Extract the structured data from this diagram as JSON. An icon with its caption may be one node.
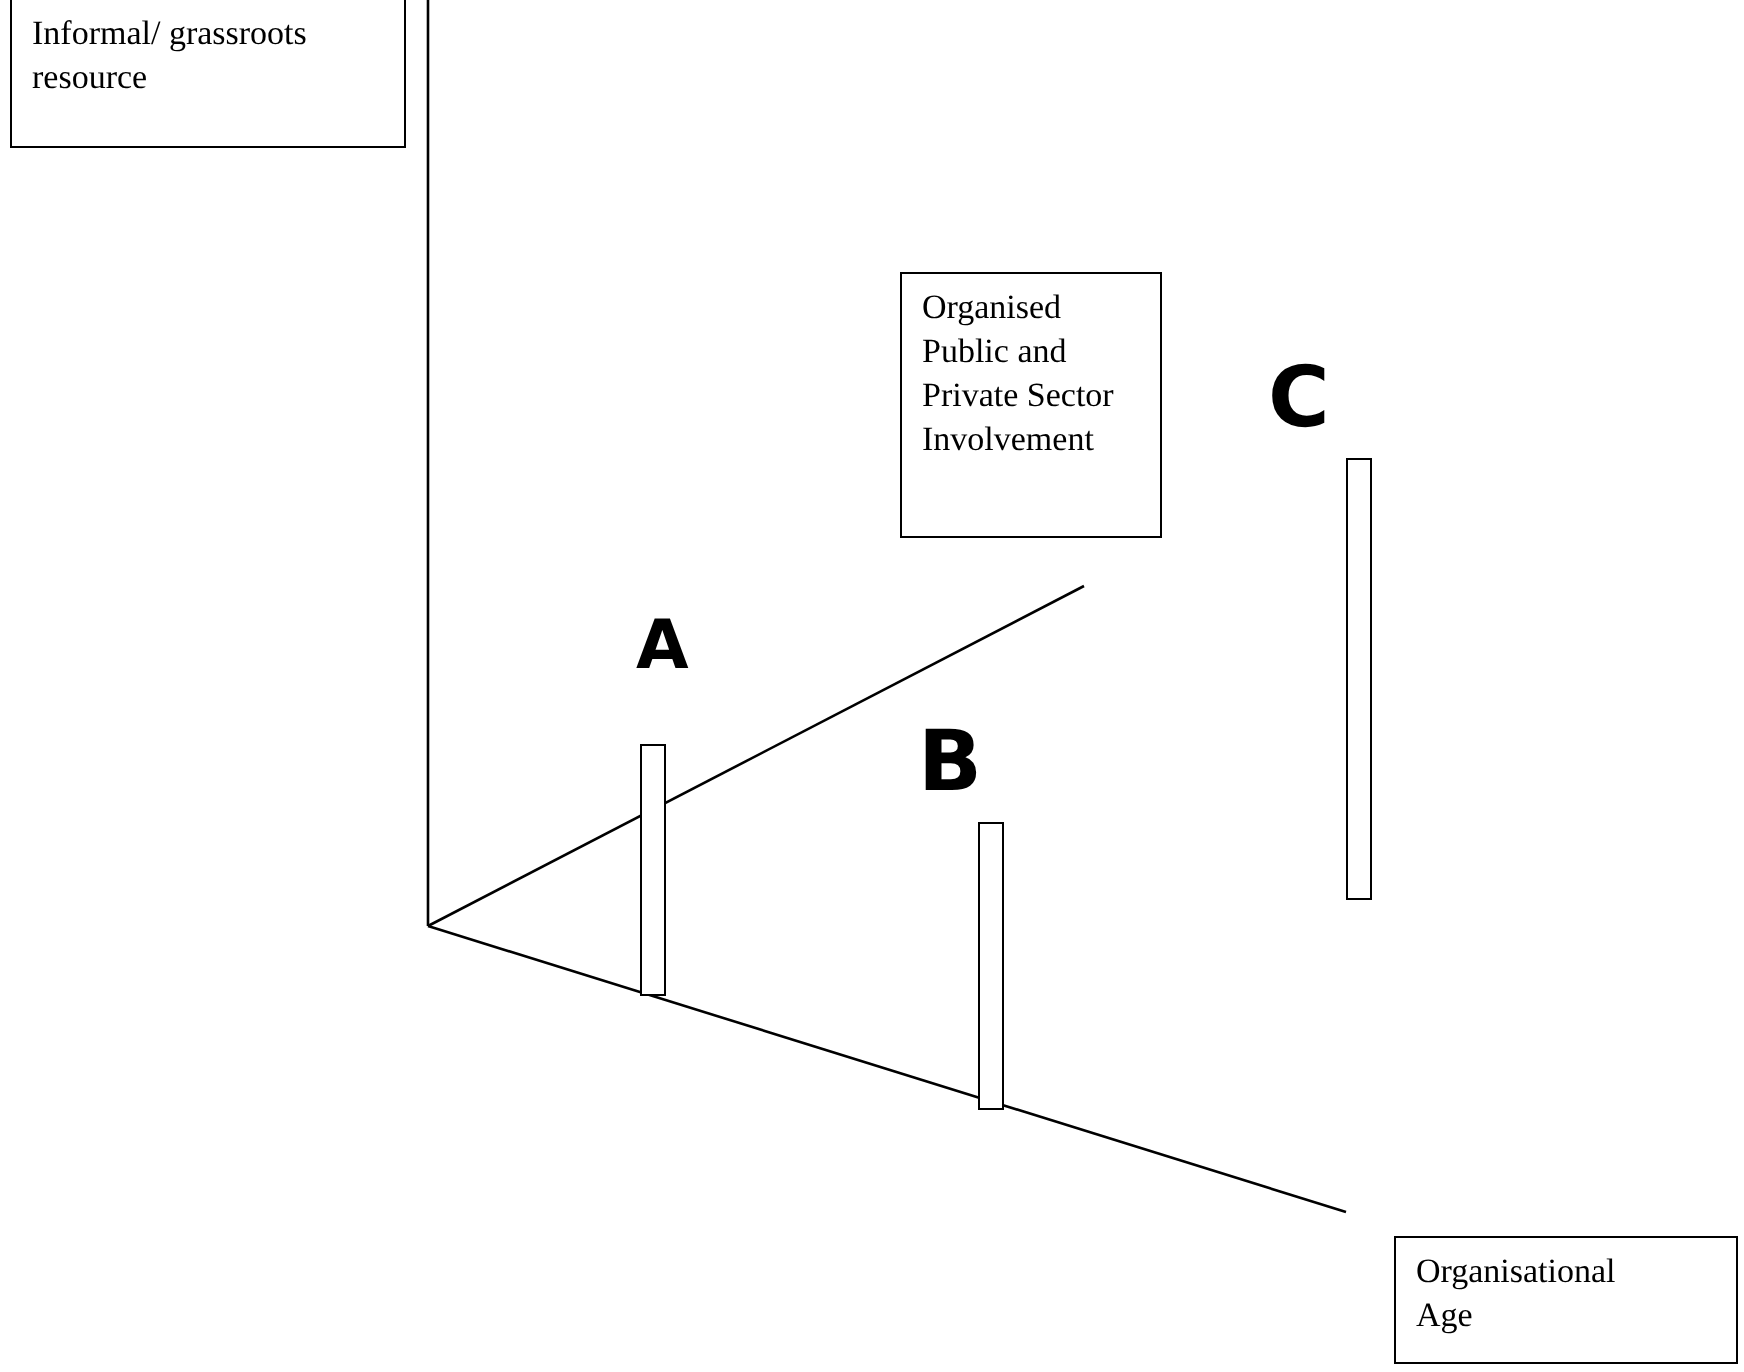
{
  "diagram": {
    "nodes": [
      {
        "text": [
          "Informal/ grassroots resource"
        ]
      },
      {
        "text": [
          "Organised Public and Private Sector Involvement"
        ]
      },
      {
        "text": [],
        "shape": "bar",
        "beside": [
          "A"
        ]
      },
      {
        "text": [],
        "shape": "bar",
        "beside": [
          "B"
        ]
      },
      {
        "text": [],
        "shape": "bar",
        "beside": [
          "C"
        ]
      },
      {
        "text": [
          "Organisational Age"
        ]
      }
    ]
  }
}
